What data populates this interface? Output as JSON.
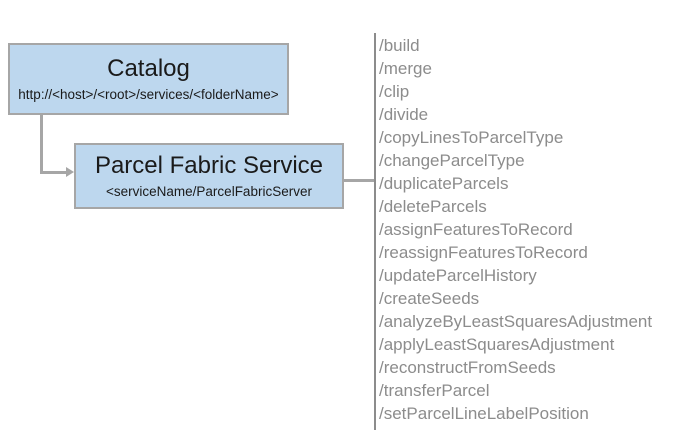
{
  "colors": {
    "box_fill": "#BDD7EE",
    "box_border": "#A6A6A6",
    "connector": "#A6A6A6",
    "divider": "#8C8C8C",
    "endpoint_text": "#8C8C8C"
  },
  "catalog": {
    "title": "Catalog",
    "subtitle": "http://<host>/<root>/services/<folderName>"
  },
  "service": {
    "title": "Parcel Fabric Service",
    "subtitle": "<serviceName/ParcelFabricServer"
  },
  "endpoints": [
    "/build",
    "/merge",
    "/clip",
    "/divide",
    "/copyLinesToParcelType",
    "/changeParcelType",
    "/duplicateParcels",
    "/deleteParcels",
    "/assignFeaturesToRecord",
    "/reassignFeaturesToRecord",
    "/updateParcelHistory",
    "/createSeeds",
    "/analyzeByLeastSquaresAdjustment",
    "/applyLeastSquaresAdjustment",
    "/reconstructFromSeeds",
    "/transferParcel",
    "/setParcelLineLabelPosition"
  ]
}
